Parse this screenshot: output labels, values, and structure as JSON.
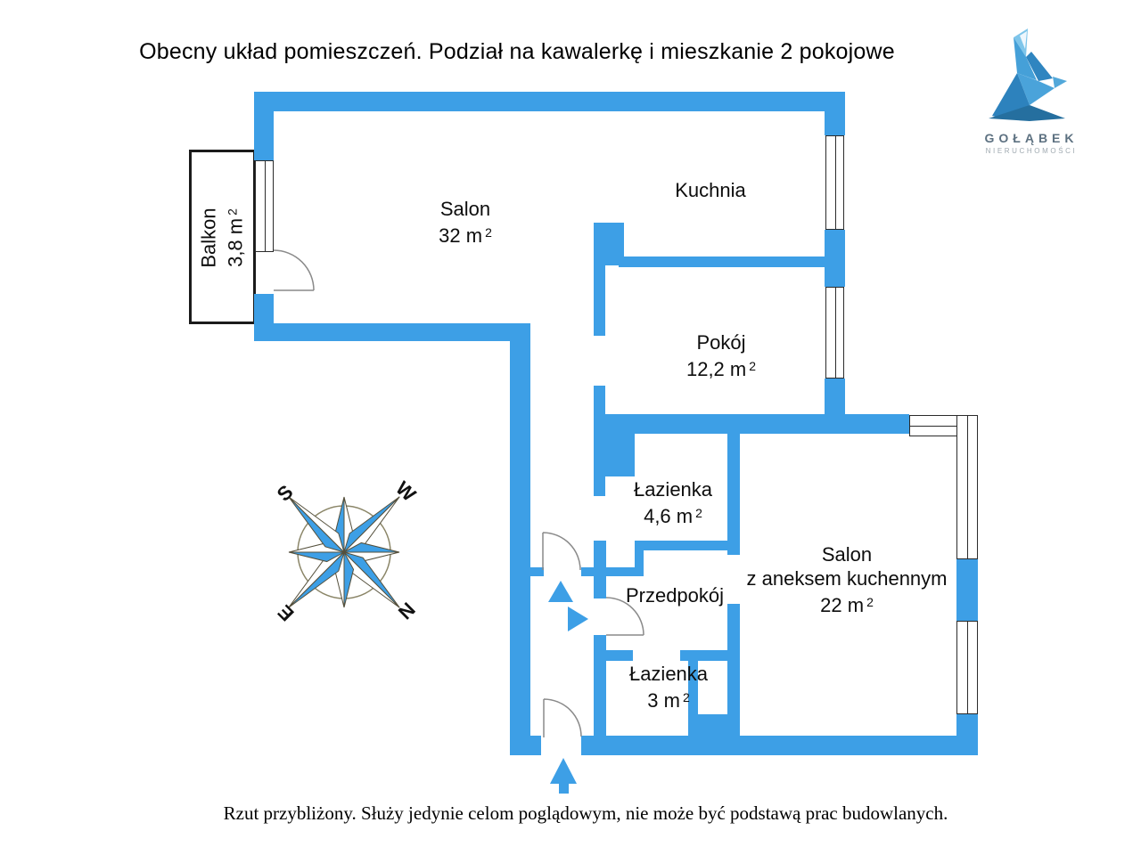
{
  "title": "Obecny układ pomieszczeń. Podział na kawalerkę i mieszkanie 2 pokojowe",
  "disclaimer": "Rzut przybliżony. Służy jedynie celom poglądowym, nie może być podstawą prac budowlanych.",
  "logo": {
    "name": "GOŁĄBEK",
    "subtitle": "NIERUCHOMOŚCI"
  },
  "colors": {
    "wall_blue": "#3d9fe6",
    "door_arc_gray": "#8a8a8a",
    "balcony_outline": "#1b1b1b",
    "window_frame": "#2b2b2b"
  },
  "compass": {
    "s": "S",
    "w": "W",
    "e": "E",
    "n": "N"
  },
  "rooms": {
    "balkon": {
      "name": "Balkon",
      "area": "3,8 m",
      "sup": "2"
    },
    "salon": {
      "name": "Salon",
      "area": "32 m",
      "sup": "2"
    },
    "kuchnia": {
      "name": "Kuchnia"
    },
    "pokoj": {
      "name": "Pokój",
      "area": "12,2 m",
      "sup": "2"
    },
    "lazienka_duza": {
      "name": "Łazienka",
      "area": "4,6 m",
      "sup": "2"
    },
    "przedpokoj": {
      "name": "Przedpokój"
    },
    "salon_z_aneksem": {
      "name": "Salon",
      "name2": "z aneksem kuchennym",
      "area": "22 m",
      "sup": "2"
    },
    "lazienka_mala": {
      "name": "Łazienka",
      "area": "3 m",
      "sup": "2"
    }
  }
}
